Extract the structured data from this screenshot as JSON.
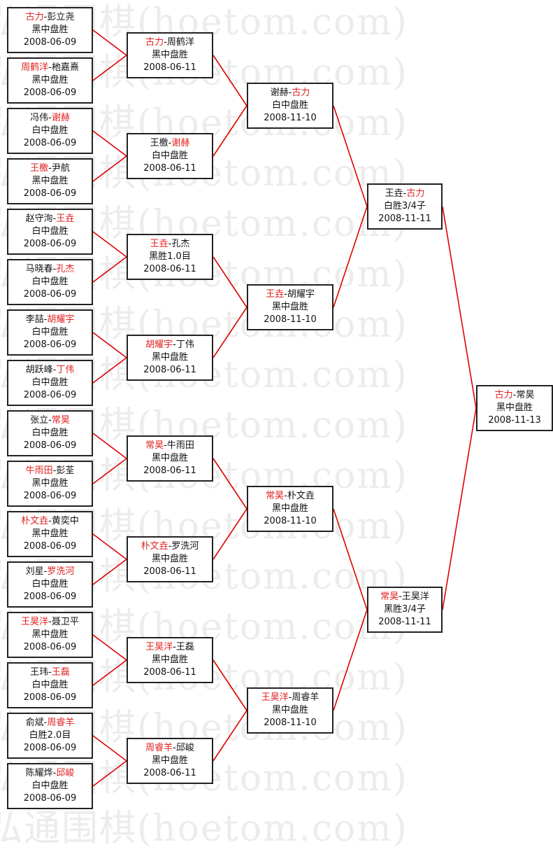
{
  "watermark": "弘通围棋(hoetom.com)",
  "colors": {
    "winner": "#e02020",
    "line": "#e00000",
    "border": "#222222",
    "text": "#111111",
    "watermark": "#ececec"
  },
  "rounds": [
    [
      {
        "p1": "古力",
        "p2": "彭立尧",
        "winner": 1,
        "result": "黑中盘胜",
        "date": "2008-06-09"
      },
      {
        "p1": "周鹤洋",
        "p2": "杝嘉熹",
        "winner": 1,
        "result": "黑中盘胜",
        "date": "2008-06-09"
      },
      {
        "p1": "冯伟",
        "p2": "谢赫",
        "winner": 2,
        "result": "白中盘胜",
        "date": "2008-06-09"
      },
      {
        "p1": "王檄",
        "p2": "尹航",
        "winner": 1,
        "result": "黑中盘胜",
        "date": "2008-06-09"
      },
      {
        "p1": "赵守洵",
        "p2": "王垚",
        "winner": 2,
        "result": "白中盘胜",
        "date": "2008-06-09"
      },
      {
        "p1": "马晓春",
        "p2": "孔杰",
        "winner": 2,
        "result": "白中盘胜",
        "date": "2008-06-09"
      },
      {
        "p1": "李喆",
        "p2": "胡耀宇",
        "winner": 2,
        "result": "白中盘胜",
        "date": "2008-06-09"
      },
      {
        "p1": "胡跃峰",
        "p2": "丁伟",
        "winner": 2,
        "result": "白中盘胜",
        "date": "2008-06-09"
      },
      {
        "p1": "张立",
        "p2": "常昊",
        "winner": 2,
        "result": "白中盘胜",
        "date": "2008-06-09"
      },
      {
        "p1": "牛雨田",
        "p2": "彭荃",
        "winner": 1,
        "result": "黑中盘胜",
        "date": "2008-06-09"
      },
      {
        "p1": "朴文垚",
        "p2": "黄奕中",
        "winner": 1,
        "result": "黑中盘胜",
        "date": "2008-06-09"
      },
      {
        "p1": "刘星",
        "p2": "罗洗河",
        "winner": 2,
        "result": "白中盘胜",
        "date": "2008-06-09"
      },
      {
        "p1": "王昊洋",
        "p2": "聂卫平",
        "winner": 1,
        "result": "黑中盘胜",
        "date": "2008-06-09"
      },
      {
        "p1": "王玮",
        "p2": "王磊",
        "winner": 2,
        "result": "白中盘胜",
        "date": "2008-06-09"
      },
      {
        "p1": "俞斌",
        "p2": "周睿羊",
        "winner": 2,
        "result": "白胜2.0目",
        "date": "2008-06-09"
      },
      {
        "p1": "陈耀烨",
        "p2": "邱峻",
        "winner": 2,
        "result": "白中盘胜",
        "date": "2008-06-09"
      }
    ],
    [
      {
        "p1": "古力",
        "p2": "周鹤洋",
        "winner": 1,
        "result": "黑中盘胜",
        "date": "2008-06-11"
      },
      {
        "p1": "王檄",
        "p2": "谢赫",
        "winner": 2,
        "result": "白中盘胜",
        "date": "2008-06-11"
      },
      {
        "p1": "王垚",
        "p2": "孔杰",
        "winner": 1,
        "result": "黑胜1.0目",
        "date": "2008-06-11"
      },
      {
        "p1": "胡耀宇",
        "p2": "丁伟",
        "winner": 1,
        "result": "黑中盘胜",
        "date": "2008-06-11"
      },
      {
        "p1": "常昊",
        "p2": "牛雨田",
        "winner": 1,
        "result": "黑中盘胜",
        "date": "2008-06-11"
      },
      {
        "p1": "朴文垚",
        "p2": "罗洗河",
        "winner": 1,
        "result": "黑中盘胜",
        "date": "2008-06-11"
      },
      {
        "p1": "王昊洋",
        "p2": "王磊",
        "winner": 1,
        "result": "黑中盘胜",
        "date": "2008-06-11"
      },
      {
        "p1": "周睿羊",
        "p2": "邱峻",
        "winner": 1,
        "result": "黑中盘胜",
        "date": "2008-06-11"
      }
    ],
    [
      {
        "p1": "谢赫",
        "p2": "古力",
        "winner": 2,
        "result": "白中盘胜",
        "date": "2008-11-10"
      },
      {
        "p1": "王垚",
        "p2": "胡耀宇",
        "winner": 1,
        "result": "黑中盘胜",
        "date": "2008-11-10"
      },
      {
        "p1": "常昊",
        "p2": "朴文垚",
        "winner": 1,
        "result": "黑中盘胜",
        "date": "2008-11-10"
      },
      {
        "p1": "王昊洋",
        "p2": "周睿羊",
        "winner": 1,
        "result": "黑中盘胜",
        "date": "2008-11-10"
      }
    ],
    [
      {
        "p1": "王垚",
        "p2": "古力",
        "winner": 2,
        "result": "白胜3/4子",
        "date": "2008-11-11"
      },
      {
        "p1": "常昊",
        "p2": "王昊洋",
        "winner": 1,
        "result": "黑胜3/4子",
        "date": "2008-11-11"
      }
    ],
    [
      {
        "p1": "古力",
        "p2": "常昊",
        "winner": 1,
        "result": "黑中盘胜",
        "date": "2008-11-13"
      }
    ]
  ]
}
